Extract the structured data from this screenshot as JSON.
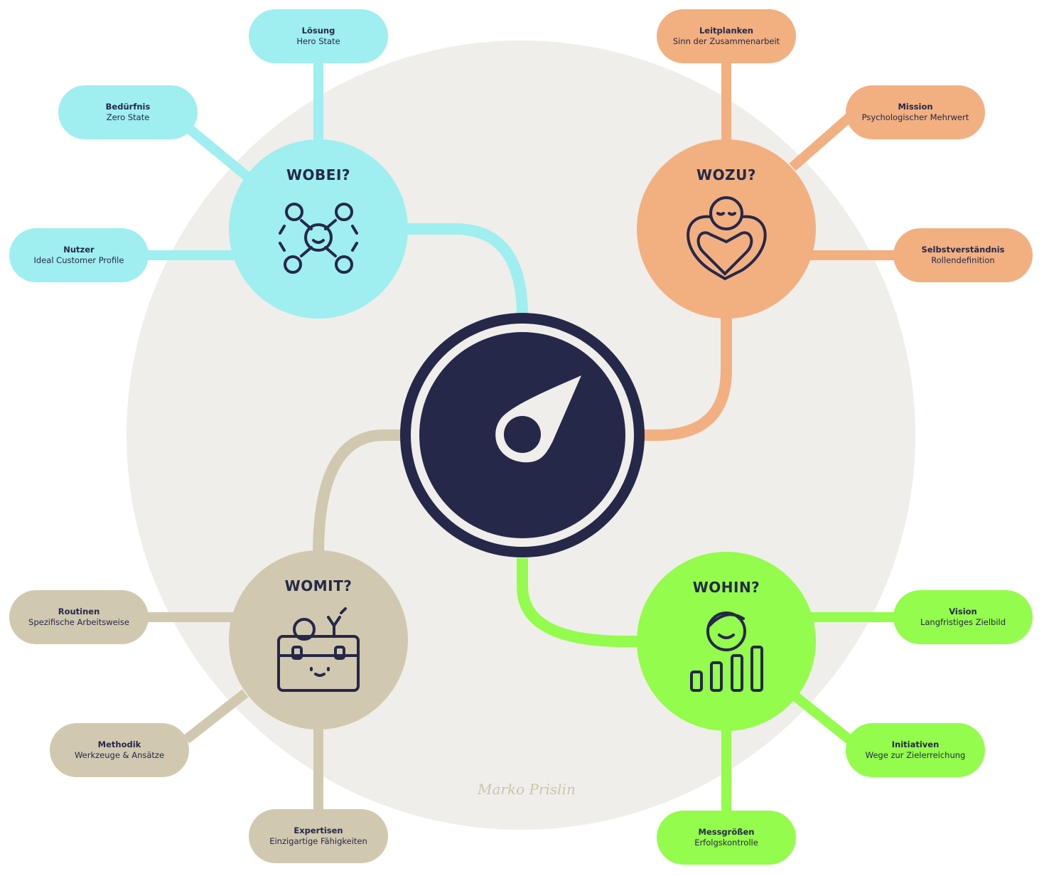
{
  "colors": {
    "wobei": "#9feef0",
    "wozu": "#f2b081",
    "womit": "#d0c9b0",
    "wohin": "#94fc4c",
    "center": "#252849",
    "background": "#efeeea"
  },
  "center": {
    "icon": "compass-needle-icon"
  },
  "hubs": {
    "wobei": {
      "title": "WOBEI?",
      "icon": "people-group-icon",
      "nodes": [
        {
          "title": "Lösung",
          "subtitle": "Hero State"
        },
        {
          "title": "Bedürfnis",
          "subtitle": "Zero State"
        },
        {
          "title": "Nutzer",
          "subtitle": "Ideal Customer Profile"
        }
      ]
    },
    "wozu": {
      "title": "WOZU?",
      "icon": "self-love-heart-icon",
      "nodes": [
        {
          "title": "Leitplanken",
          "subtitle": "Sinn der Zusammenarbeit"
        },
        {
          "title": "Mission",
          "subtitle": "Psychologischer Mehrwert"
        },
        {
          "title": "Selbstverständnis",
          "subtitle": "Rollendefinition"
        }
      ]
    },
    "womit": {
      "title": "WOMIT?",
      "icon": "toolbox-icon",
      "nodes": [
        {
          "title": "Routinen",
          "subtitle": "Spezifische Arbeitsweise"
        },
        {
          "title": "Methodik",
          "subtitle": "Werkzeuge & Ansätze"
        },
        {
          "title": "Expertisen",
          "subtitle": "Einzigartige Fähigkeiten"
        }
      ]
    },
    "wohin": {
      "title": "WOHIN?",
      "icon": "growth-chart-icon",
      "nodes": [
        {
          "title": "Vision",
          "subtitle": "Langfristiges Zielbild"
        },
        {
          "title": "Initiativen",
          "subtitle": "Wege zur Zielerreichung"
        },
        {
          "title": "Messgrößen",
          "subtitle": "Erfolgskontrolle"
        }
      ]
    }
  },
  "signature": "Marko Prislin"
}
